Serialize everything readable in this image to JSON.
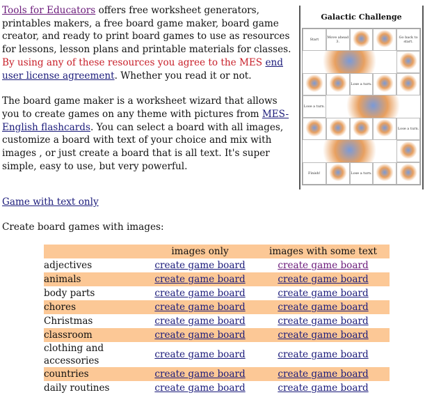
{
  "intro": {
    "p1_link": "Tools for Educators",
    "p1_text": " offers free worksheet generators, printables makers, a free board game maker, board game creator, and ready to print board games to use as resources for lessons, lesson plans and printable materials for classes.  ",
    "p1_red": "By using any of these resources you agree to the MES ",
    "p1_eula": "end user license agreement",
    "p1_tail": ".  Whether you read it or not.",
    "p2_text": " The board game maker is a worksheet wizard that allows you to create games on any theme with pictures from ",
    "p2_link": "MES-English flashcards",
    "p2_tail": ".  You can select a board with all images,  customize a board with text of your choice and mix with images , or just create a board that is all text.   It's super simple, easy to use, but very powerful."
  },
  "board_image": {
    "title": "Galactic Challenge",
    "cells": [
      "Start",
      "Move ahead 3.",
      "Go back to start.",
      "Lose a turn.",
      "Lose a turn.",
      "Lose a turn.",
      "Finish!",
      "Lose a turn."
    ]
  },
  "text_only_link": "Game with text only",
  "create_label": "Create board games with images:",
  "table": {
    "headers": [
      "",
      "images only",
      "images with some text"
    ],
    "link_label": "create game board",
    "rows": [
      "adjectives",
      "animals",
      "body parts",
      "chores",
      "Christmas",
      "classroom",
      "clothing and accessories",
      "countries",
      "daily routines"
    ]
  }
}
